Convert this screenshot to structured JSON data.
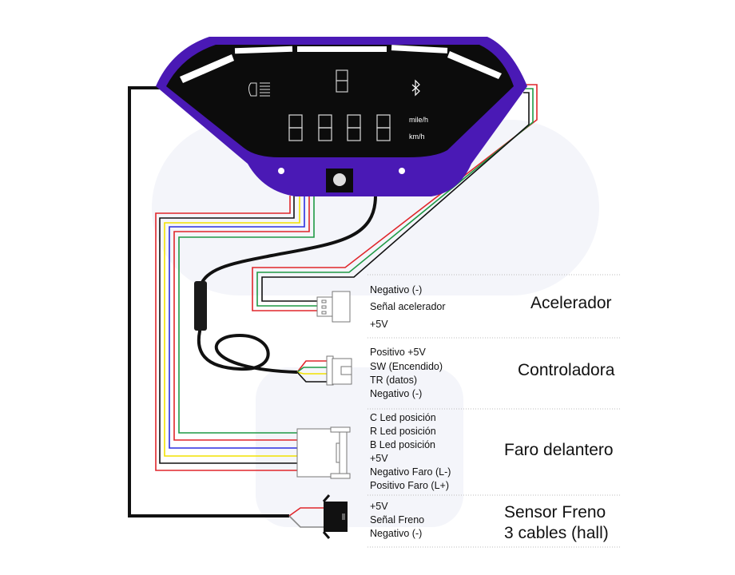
{
  "display": {
    "unit_mph": "mile/h",
    "unit_kmh": "km/h",
    "icons": [
      "headlight-icon",
      "bluetooth-icon",
      "power-button-icon"
    ],
    "bezel_color": "#4a19b5",
    "screen_color": "#0c0c0c"
  },
  "wire_colors": {
    "red": "#e0262b",
    "black": "#111111",
    "yellow": "#f2e200",
    "blue": "#2b2fe0",
    "green": "#1f9a45"
  },
  "sections": [
    {
      "title": "Acelerador",
      "pins": [
        "Negativo (-)",
        "Señal acelerador",
        "+5V"
      ]
    },
    {
      "title": "Controladora",
      "pins": [
        "Positivo +5V",
        "SW (Encendido)",
        "TR (datos)",
        "Negativo (-)"
      ]
    },
    {
      "title": "Faro delantero",
      "pins": [
        "C Led posición",
        "R Led posición",
        "B Led posición",
        "+5V",
        "Negativo Faro (L-)",
        "Positivo Faro (L+)"
      ]
    },
    {
      "title_line1": "Sensor Freno",
      "title_line2": "3 cables (hall)",
      "pins": [
        "+5V",
        "Señal Freno",
        "Negativo (-)"
      ]
    }
  ]
}
